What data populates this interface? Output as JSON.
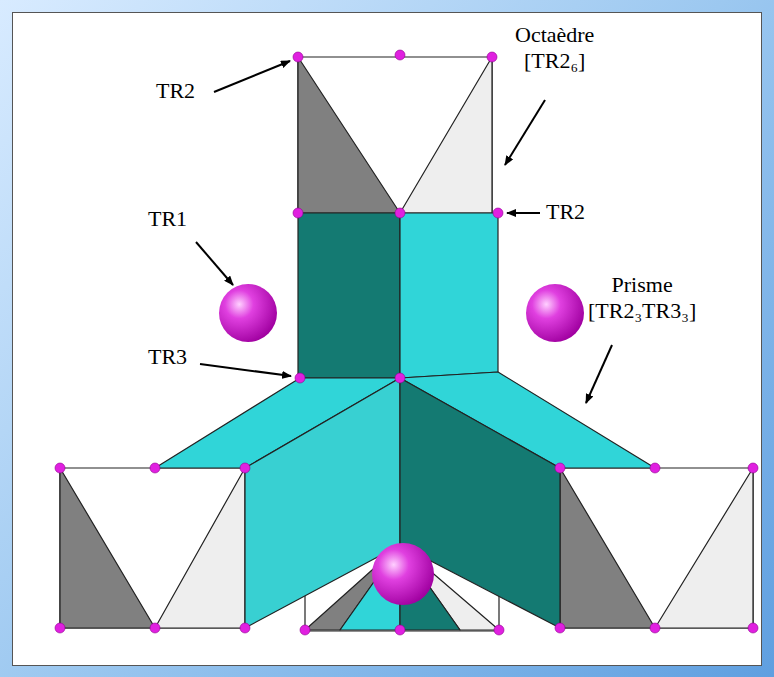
{
  "diagram": {
    "labels": [
      "TR2",
      "Octaèdre [TR2₆]",
      "TR2",
      "TR1",
      "TR3",
      "Prisme [TR2₃TR3₃]"
    ]
  }
}
